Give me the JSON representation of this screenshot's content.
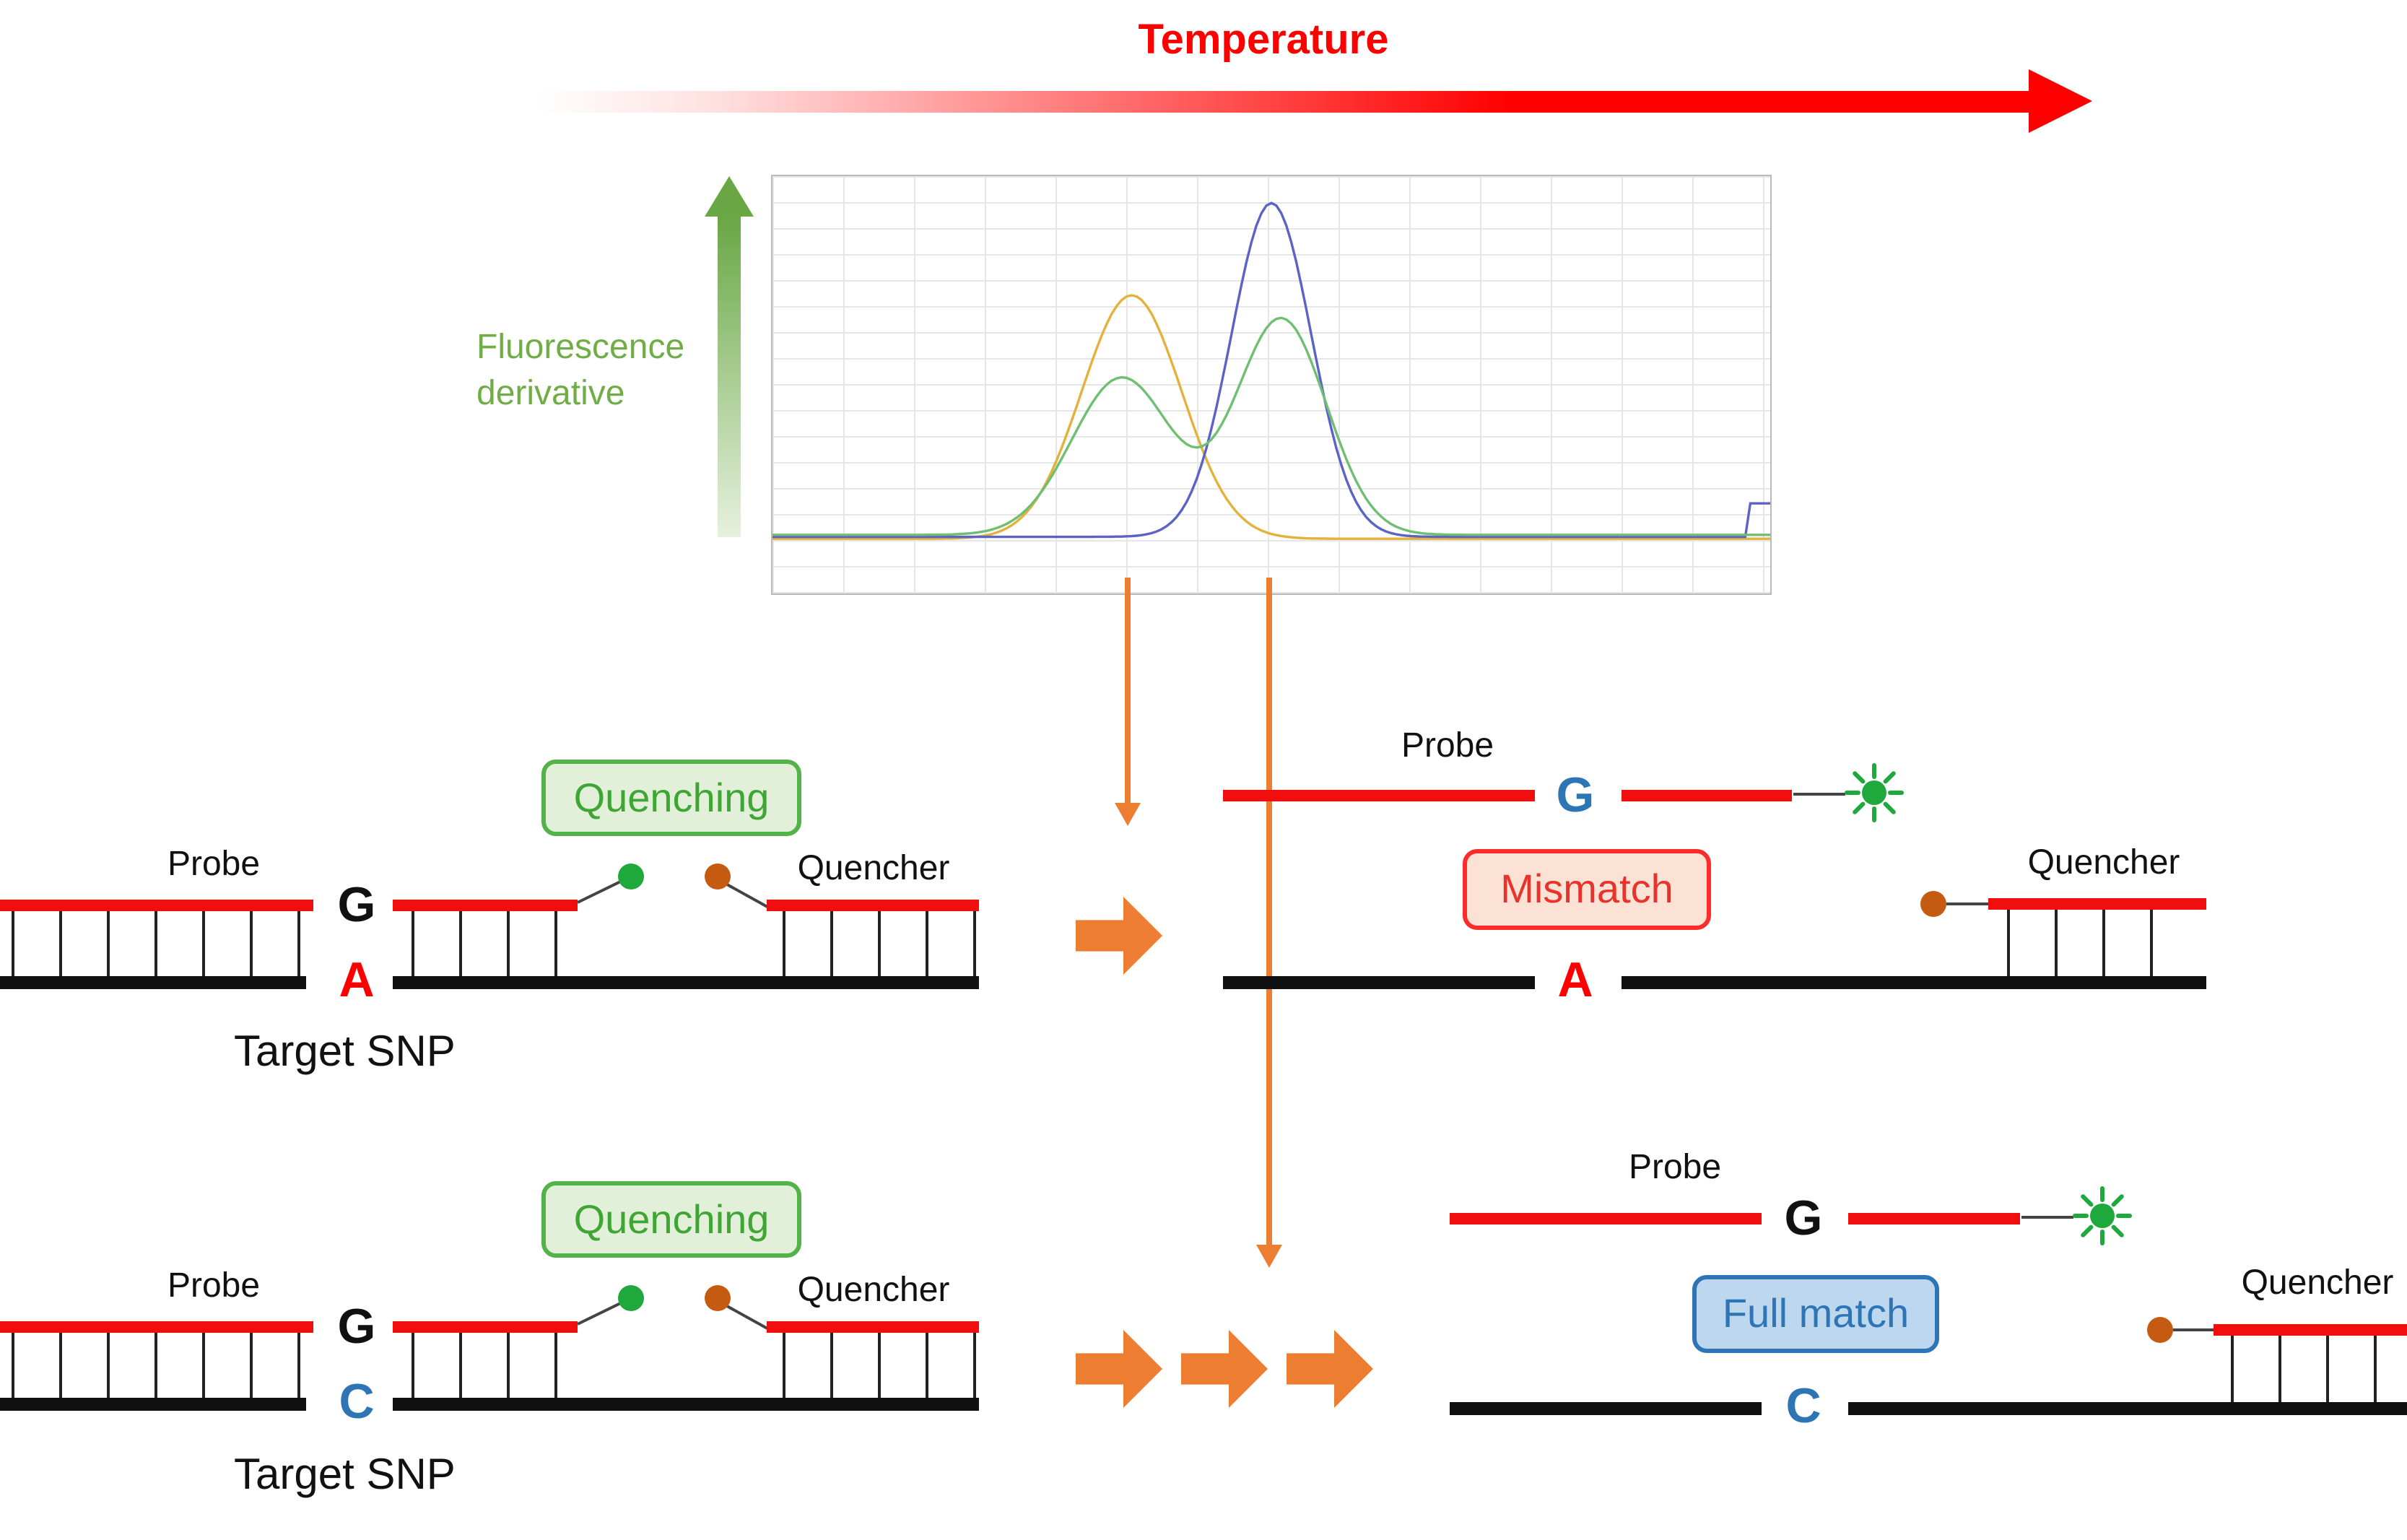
{
  "header": {
    "temperature_label": "Temperature"
  },
  "chart": {
    "ylabel_line1": "Fluorescence",
    "ylabel_line2": "derivative"
  },
  "chart_data": {
    "type": "line",
    "title": "",
    "xlabel": "",
    "ylabel": "Fluorescence derivative",
    "x_range": [
      0,
      100
    ],
    "y_range": [
      0,
      1
    ],
    "grid": true,
    "legend": "none",
    "axis_tick_labels": "none visible",
    "series": [
      {
        "name": "mismatch-allele-melt-peak",
        "color": "#e2b23c",
        "baseline": 0.04,
        "peaks": [
          {
            "center": 36,
            "height": 0.62,
            "width": 5
          }
        ]
      },
      {
        "name": "full-match-melt-peak",
        "color": "#5b63c7",
        "baseline": 0.045,
        "peaks": [
          {
            "center": 50,
            "height": 0.85,
            "width": 4
          }
        ],
        "end_step": {
          "from": 98,
          "height": 0.13
        }
      },
      {
        "name": "heterozygous-melt-peaks",
        "color": "#6fbf73",
        "baseline": 0.05,
        "peaks": [
          {
            "center": 35,
            "height": 0.4,
            "width": 5
          },
          {
            "center": 51,
            "height": 0.55,
            "width": 4.5
          }
        ]
      }
    ]
  },
  "colors": {
    "temperature_red": "#ff0000",
    "probe_red": "#f10e0e",
    "target_black": "#111111",
    "arrow_orange": "#ed7d31",
    "fluorophore_green": "#1fa83c",
    "quencher_brown": "#c55a11",
    "allele_blue": "#2e75b6",
    "allele_red": "#ff0000",
    "axis_label_green": "#70ad47"
  },
  "scenes": {
    "left_top": {
      "probe_label": "Probe",
      "probe_allele": "G",
      "target_allele": "A",
      "quencher_label": "Quencher",
      "badge": "Quenching",
      "caption": "Target SNP"
    },
    "left_bottom": {
      "probe_label": "Probe",
      "probe_allele": "G",
      "target_allele": "C",
      "quencher_label": "Quencher",
      "badge": "Quenching",
      "caption": "Target SNP"
    },
    "right_top": {
      "probe_label": "Probe",
      "probe_allele": "G",
      "target_allele": "A",
      "quencher_label": "Quencher",
      "badge": "Mismatch"
    },
    "right_bottom": {
      "probe_label": "Probe",
      "probe_allele": "G",
      "target_allele": "C",
      "quencher_label": "Quencher",
      "badge": "Full match"
    }
  }
}
